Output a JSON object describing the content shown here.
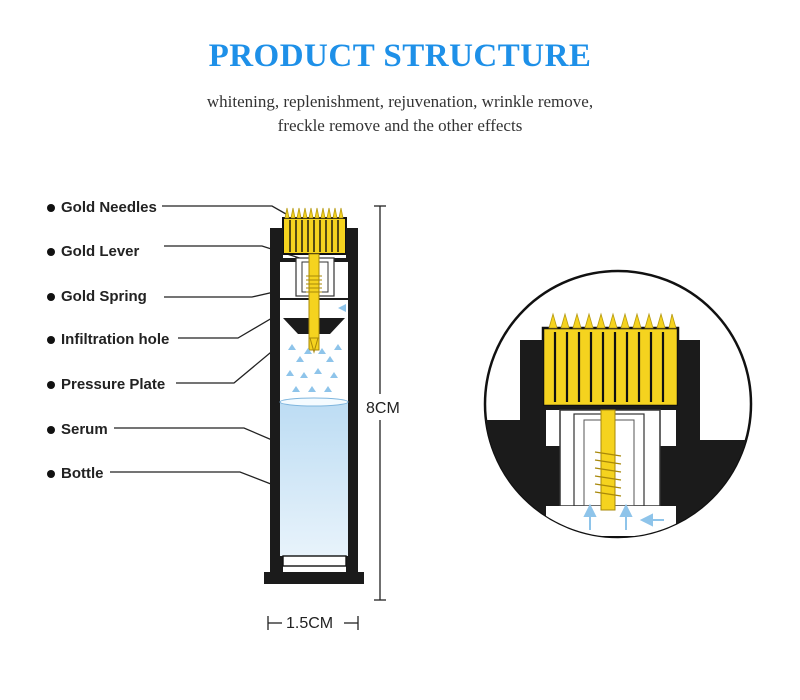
{
  "header": {
    "title": "PRODUCT STRUCTURE",
    "subtitle_line1": "whitening, replenishment, rejuvenation, wrinkle remove,",
    "subtitle_line2": "freckle remove and the other effects"
  },
  "labels": [
    "Gold Needles",
    "Gold Lever",
    "Gold Spring",
    "Infiltration hole",
    "Pressure Plate",
    "Serum",
    "Bottle"
  ],
  "dimensions": {
    "height": "8CM",
    "width": "1.5CM"
  },
  "colors": {
    "title": "#1e90e8",
    "gold": "#f5d31f",
    "body": "#1b1b1b",
    "serum": "#cfe6f6",
    "arrows": "#8ec4ea"
  }
}
